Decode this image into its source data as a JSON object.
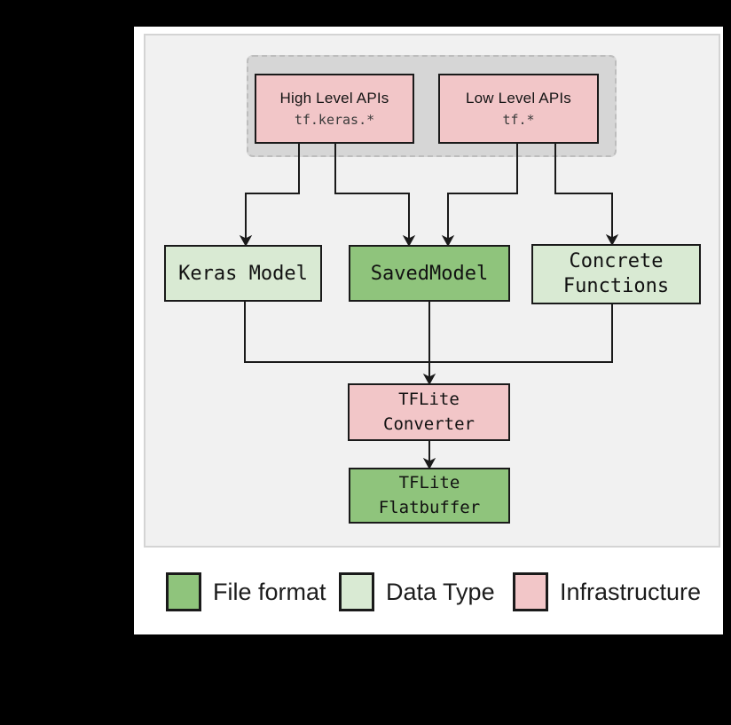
{
  "palette": {
    "file_format_green": "#8fc47c",
    "data_type_light_green": "#d9ead3",
    "infrastructure_pink": "#f2c6c8",
    "api_group_gray": "#d6d6d6",
    "panel_gray": "#f1f1f1",
    "line_color": "#1a1a1a"
  },
  "diagram": {
    "api_boxes": [
      {
        "title": "High Level APIs",
        "subtitle": "tf.keras.*"
      },
      {
        "title": "Low Level APIs",
        "subtitle": "tf.*"
      }
    ],
    "model_boxes": [
      {
        "label": "Keras Model"
      },
      {
        "label": "SavedModel"
      },
      {
        "line1": "Concrete",
        "line2": "Functions"
      }
    ],
    "converter": {
      "line1": "TFLite",
      "line2": "Converter"
    },
    "flatbuffer": {
      "line1": "TFLite",
      "line2": "Flatbuffer"
    }
  },
  "legend": [
    {
      "label": "File format",
      "color": "#8fc47c"
    },
    {
      "label": "Data Type",
      "color": "#d9ead3"
    },
    {
      "label": "Infrastructure",
      "color": "#f2c6c8"
    }
  ]
}
